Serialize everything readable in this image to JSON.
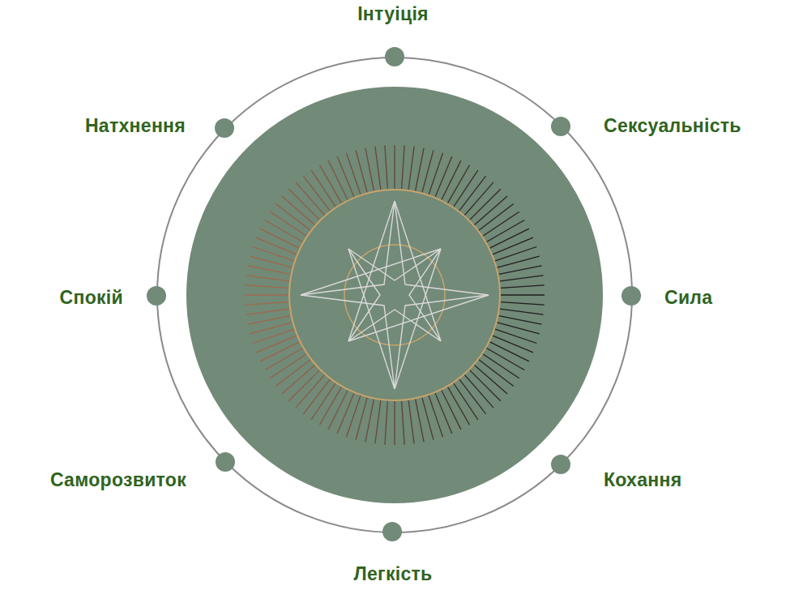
{
  "diagram": {
    "labels": [
      "Інтуіція",
      "Натхнення",
      "Сексуальність",
      "Спокій",
      "Сила",
      "Саморозвиток",
      "Кохання",
      "Легкість"
    ]
  }
}
